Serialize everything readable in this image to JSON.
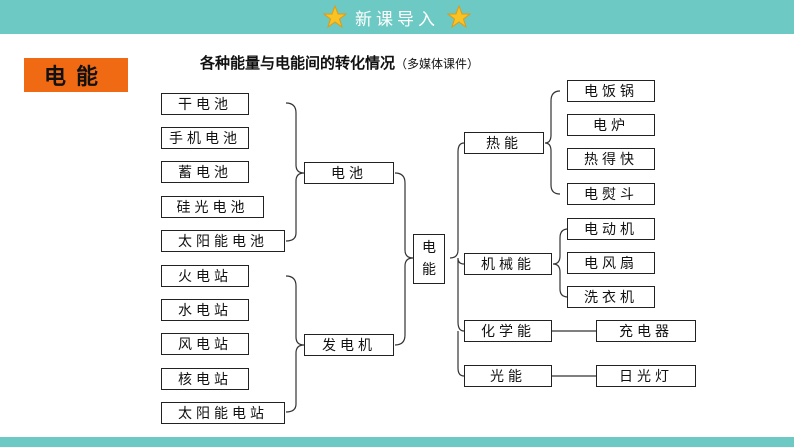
{
  "header": {
    "title": "新课导入",
    "star_color": "#f7c325",
    "bar_color": "#6cc9c3"
  },
  "badge": {
    "label": "电能",
    "color": "#f06a14"
  },
  "heading": {
    "main": "各种能量与电能间的转化情况",
    "sub": "（多媒体课件）"
  },
  "diagram": {
    "battery_sources": [
      "干电池",
      "手机电池",
      "蓄电池",
      "硅光电池",
      "太阳能电池"
    ],
    "battery": "电池",
    "generator_sources": [
      "火电站",
      "水电站",
      "风电站",
      "核电站",
      "太阳能电站"
    ],
    "generator": "发电机",
    "center": [
      "电",
      "能"
    ],
    "outputs": {
      "heat": {
        "label": "热能",
        "devices": [
          "电饭锅",
          "电炉",
          "热得快",
          "电熨斗"
        ]
      },
      "mechanical": {
        "label": "机械能",
        "devices": [
          "电动机",
          "电风扇",
          "洗衣机"
        ]
      },
      "chemical": {
        "label": "化学能",
        "device": "充电器"
      },
      "light": {
        "label": "光能",
        "device": "日光灯"
      }
    }
  }
}
